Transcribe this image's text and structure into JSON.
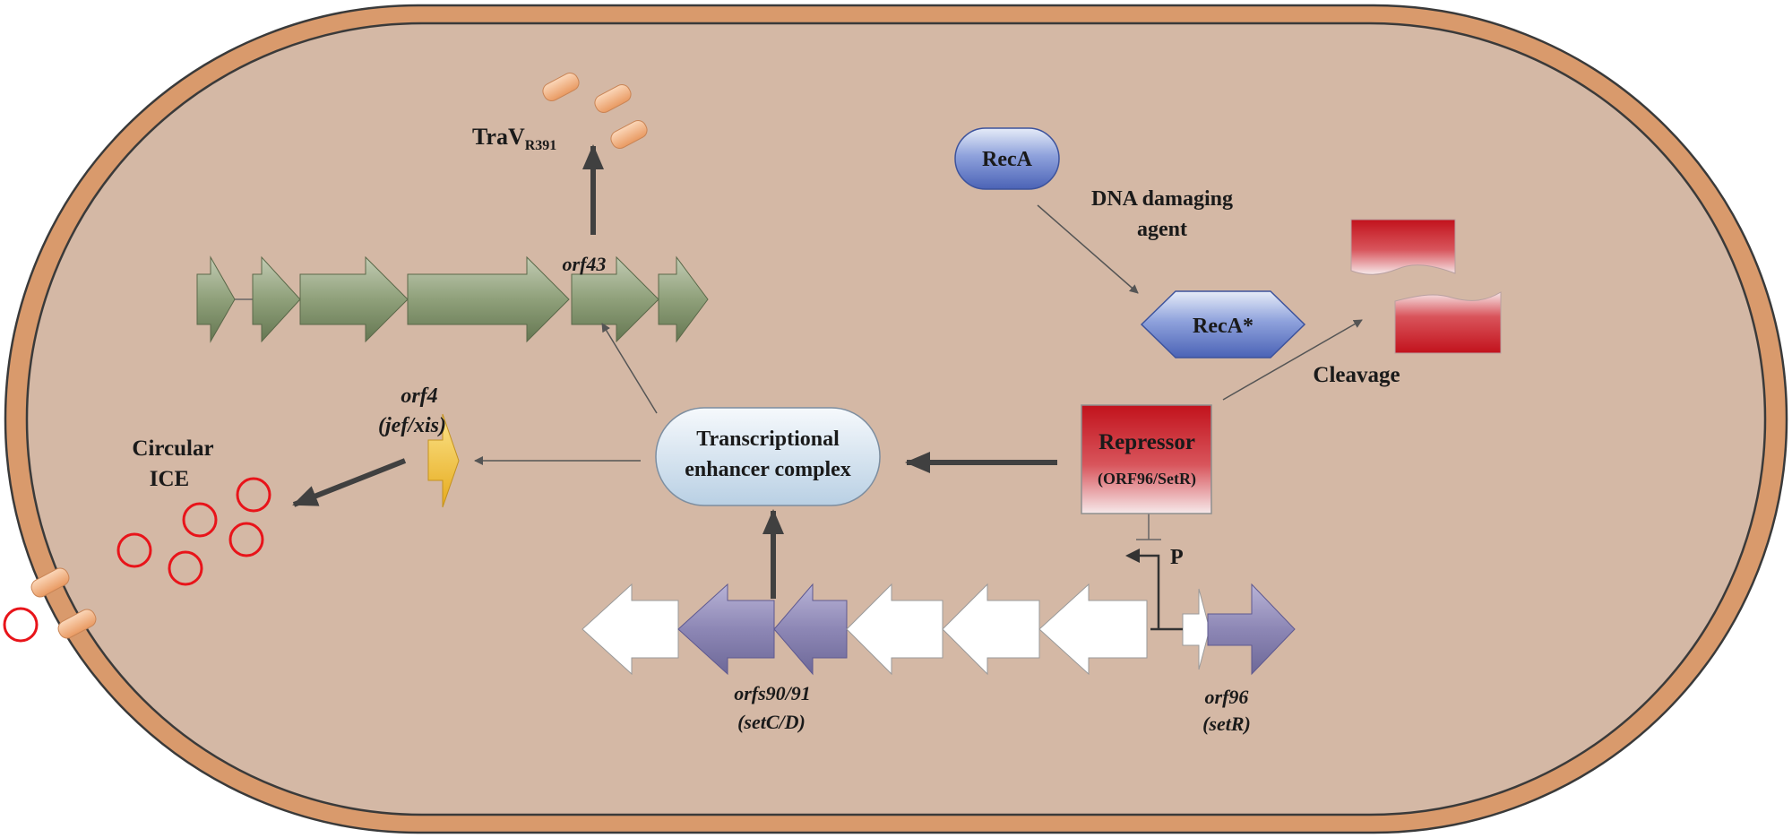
{
  "labels": {
    "trav_main": "TraV",
    "trav_sub": "R391",
    "orf43": "orf43",
    "reca": "RecA",
    "reca_star": "RecA*",
    "dna_line1": "DNA damaging",
    "dna_line2": "agent",
    "cleavage": "Cleavage",
    "orf4_line1": "orf4",
    "orf4_line2": "(jef/xis)",
    "circular_line1": "Circular",
    "circular_line2": "ICE",
    "tec_line1": "Transcriptional",
    "tec_line2": "enhancer complex",
    "repressor_line1": "Repressor",
    "repressor_line2": "(ORF96/SetR)",
    "promoter": "P",
    "orfs9091_line1": "orfs90/91",
    "orfs9091_line2": "(setC/D)",
    "orf96_line1": "orf96",
    "orf96_line2": "(setR)"
  },
  "colors": {
    "cell_outer": "#d99a6c",
    "cell_inner": "#d4b8a5",
    "green_gene": "#8fa07a",
    "purple_gene": "#8d87b5",
    "white_gene": "#ffffff",
    "orf4_gene": "#f2c43d",
    "repressor": "#c2121c",
    "reca": "#5b73c2",
    "tec": "#c9dceb",
    "circle": "#e8141a",
    "dark_arrow": "#404040"
  }
}
